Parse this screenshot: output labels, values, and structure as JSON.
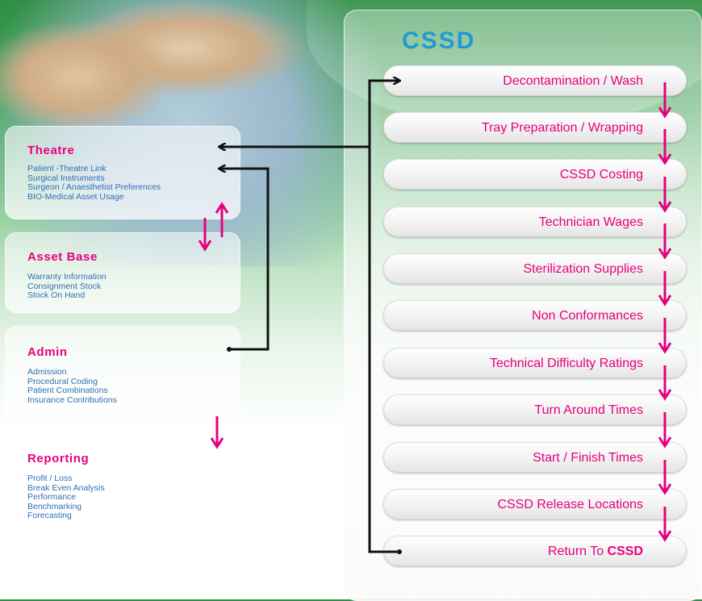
{
  "left_panels": [
    {
      "title": "Theatre",
      "items": [
        "Patient -Theatre Link",
        "Surgical Instruments",
        "Surgeon / Anaesthetist Preferences",
        "BIO-Medical Asset Usage"
      ]
    },
    {
      "title": "Asset Base",
      "items": [
        "Warranty Information",
        "Consignment Stock",
        "Stock On Hand"
      ]
    },
    {
      "title": "Admin",
      "items": [
        "Admission",
        "Procedural Coding",
        "Patient Combinations",
        "Insurance Contributions"
      ]
    },
    {
      "title": "Reporting",
      "items": [
        "Profit / Loss",
        "Break Even Analysis",
        "Performance",
        "Benchmarking",
        "Forecasting"
      ]
    }
  ],
  "cssd": {
    "title": "CSSD",
    "steps": [
      "Decontamination / Wash",
      "Tray Preparation / Wrapping",
      "CSSD Costing",
      "Technician Wages",
      "Sterilization Supplies",
      "Non Conformances",
      "Technical Difficulty Ratings",
      "Turn Around Times",
      "Start / Finish Times",
      "CSSD Release Locations"
    ],
    "last_step": {
      "prefix": "Return To ",
      "strong": "CSSD"
    }
  },
  "colors": {
    "accent": "#e6007e",
    "title_blue": "#1f9ad6",
    "item_blue": "#2f6fb5",
    "connector": "#111111"
  }
}
